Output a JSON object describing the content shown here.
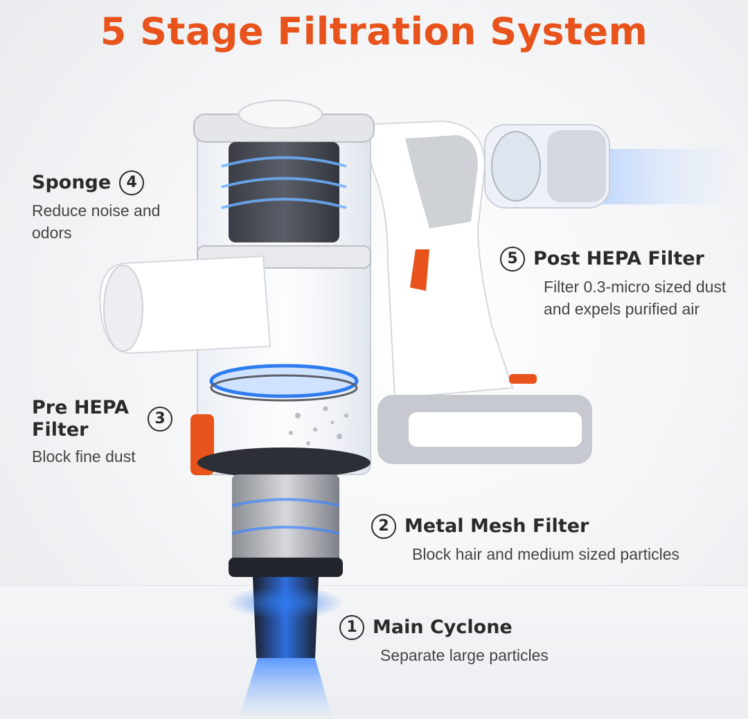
{
  "title": "5 Stage Filtration System",
  "stages": [
    {
      "num": "1",
      "name": "Main Cyclone",
      "desc": "Separate large particles"
    },
    {
      "num": "2",
      "name": "Metal Mesh Filter",
      "desc": "Block hair and medium sized particles"
    },
    {
      "num": "3",
      "name": "Pre HEPA Filter",
      "desc": "Block fine dust"
    },
    {
      "num": "4",
      "name": "Sponge",
      "desc": "Reduce noise and odors"
    },
    {
      "num": "5",
      "name": "Post HEPA Filter",
      "desc": "Filter 0.3-micro sized dust and expels purified air"
    }
  ],
  "colors": {
    "accent": "#e8531b",
    "airflow": "#2f7bf0",
    "body": "#ffffff",
    "trim": "#b9bdc4"
  }
}
